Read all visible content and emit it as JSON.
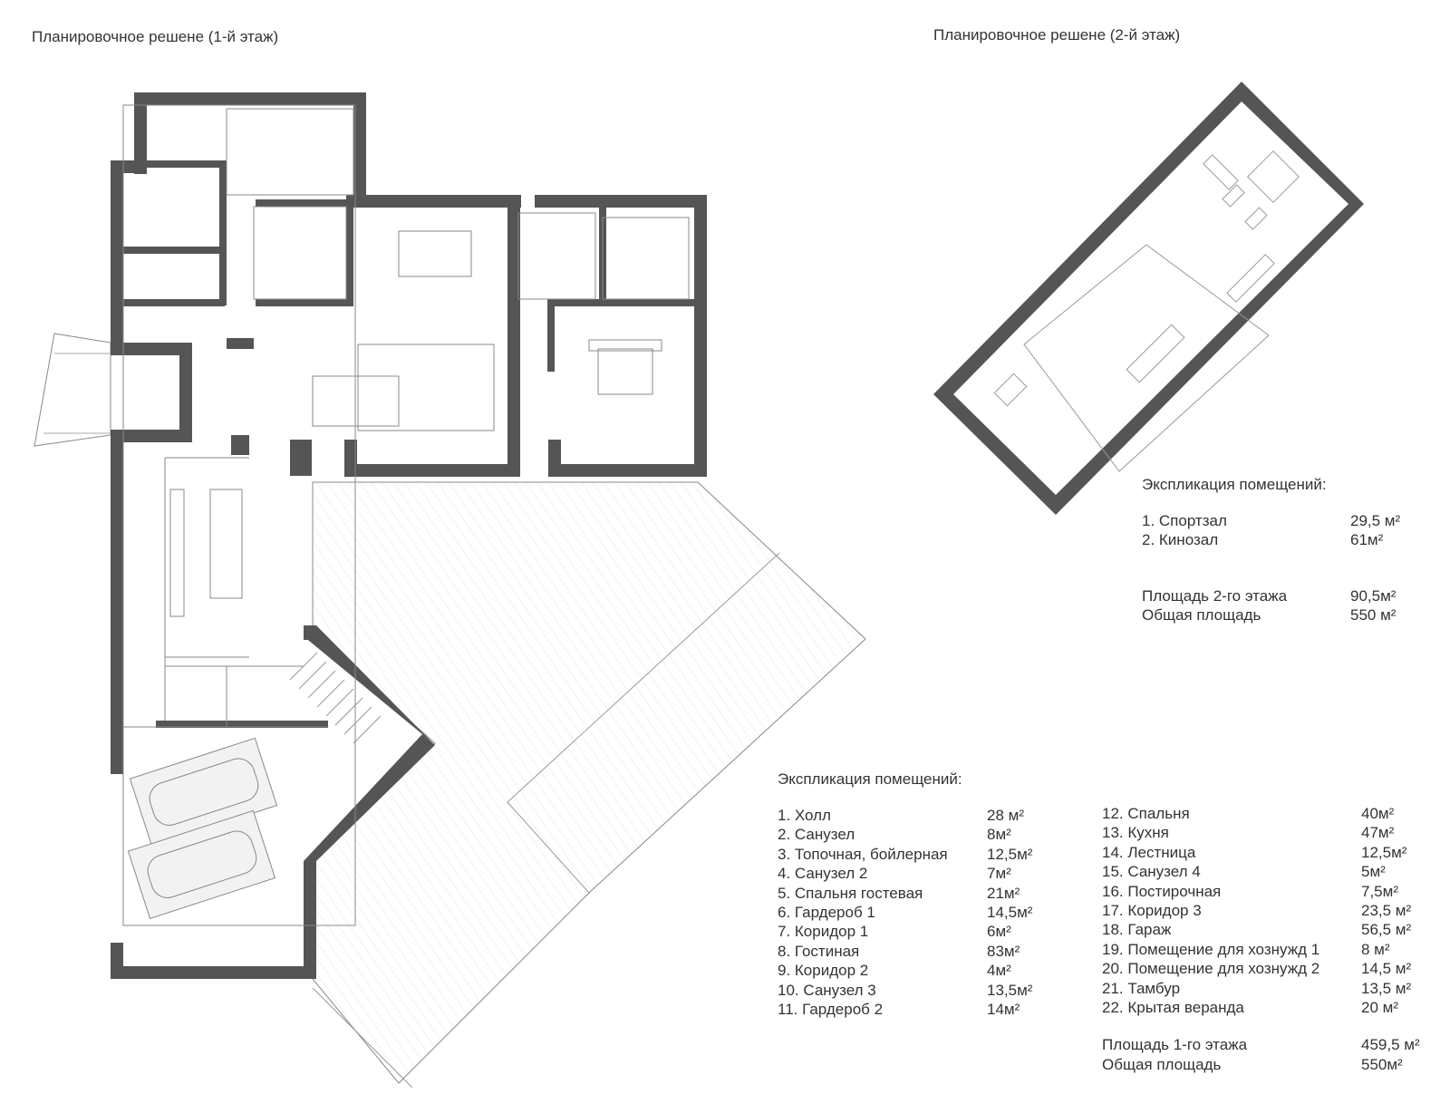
{
  "titles": {
    "floor1": "Планировочное решене (1-й этаж)",
    "floor2": "Планировочное решене (2-й этаж)"
  },
  "floor2_legend": {
    "heading": "Экспликация помещений:",
    "rooms": [
      {
        "name": "1. Спортзал",
        "area": "29,5 м²"
      },
      {
        "name": "2. Кинозал",
        "area": "61м²"
      }
    ],
    "totals": [
      {
        "name": "Площадь 2-го этажа",
        "area": "90,5м²"
      },
      {
        "name": "Общая площадь",
        "area": "550 м²"
      }
    ]
  },
  "floor1_legend": {
    "heading": "Экспликация помещений:",
    "rooms_left": [
      {
        "name": "1. Холл",
        "area": "28 м²"
      },
      {
        "name": "2. Санузел",
        "area": "8м²"
      },
      {
        "name": "3. Топочная, бойлерная",
        "area": "12,5м²"
      },
      {
        "name": "4. Санузел 2",
        "area": "7м²"
      },
      {
        "name": "5. Спальня гостевая",
        "area": "21м²"
      },
      {
        "name": "6. Гардероб 1",
        "area": "14,5м²"
      },
      {
        "name": "7. Коридор 1",
        "area": "6м²"
      },
      {
        "name": "8. Гостиная",
        "area": "83м²"
      },
      {
        "name": "9. Коридор 2",
        "area": "4м²"
      },
      {
        "name": "10. Санузел 3",
        "area": "13,5м²"
      },
      {
        "name": "11. Гардероб 2",
        "area": "14м²"
      }
    ],
    "rooms_right": [
      {
        "name": "12. Спальня",
        "area": "40м²"
      },
      {
        "name": "13. Кухня",
        "area": "47м²"
      },
      {
        "name": "14. Лестница",
        "area": "12,5м²"
      },
      {
        "name": "15. Санузел 4",
        "area": "5м²"
      },
      {
        "name": "16. Постирочная",
        "area": "7,5м²"
      },
      {
        "name": "17. Коридор 3",
        "area": "23,5 м²"
      },
      {
        "name": "18. Гараж",
        "area": "56,5 м²"
      },
      {
        "name": "19. Помещение для хознужд 1",
        "area": "8 м²"
      },
      {
        "name": "20. Помещение для хознужд 2",
        "area": "14,5 м²"
      },
      {
        "name": "21. Тамбур",
        "area": "13,5 м²"
      },
      {
        "name": "22. Крытая веранда",
        "area": "20 м²"
      }
    ],
    "totals": [
      {
        "name": "Площадь 1-го этажа",
        "area": "459,5 м²"
      },
      {
        "name": "Общая площадь",
        "area": "550м²"
      }
    ]
  },
  "colors": {
    "wall": "#555555",
    "line": "#999999",
    "text": "#333333"
  }
}
